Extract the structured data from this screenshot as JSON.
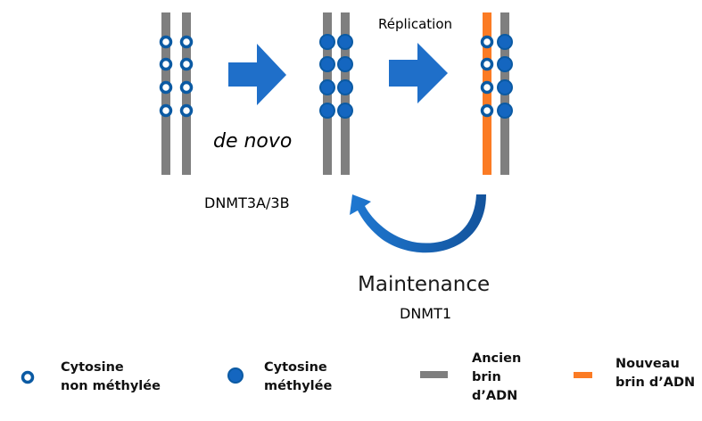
{
  "labels": {
    "de_novo": "de novo",
    "replication": "Réplication",
    "dnmt3": "DNMT3A/3B",
    "maintenance": "Maintenance",
    "dnmt1": "DNMT1"
  },
  "stages": [
    {
      "name": "unmethylated",
      "strands": [
        {
          "type": "old",
          "sites": "unmethylated"
        },
        {
          "type": "old",
          "sites": "unmethylated"
        }
      ]
    },
    {
      "name": "methylated",
      "strands": [
        {
          "type": "old",
          "sites": "methylated"
        },
        {
          "type": "old",
          "sites": "methylated"
        }
      ]
    },
    {
      "name": "hemimethylated",
      "strands": [
        {
          "type": "new",
          "sites": "unmethylated"
        },
        {
          "type": "old",
          "sites": "methylated"
        }
      ]
    }
  ],
  "sites_per_strand": 4,
  "colors": {
    "old_strand": "#7f7f7f",
    "new_strand": "#fb7b24",
    "cytosine": "#0b5aa3",
    "cytosine_fill": "#1466c0",
    "arrow": "#1f6fc9",
    "arrow_dark": "#1354a0"
  },
  "legend": {
    "unmethylated": "Cytosine\nnon méthylée",
    "methylated": "Cytosine\nméthylée",
    "old_strand": "Ancien\nbrin\nd’ADN",
    "new_strand": "Nouveau\nbrin d’ADN"
  }
}
